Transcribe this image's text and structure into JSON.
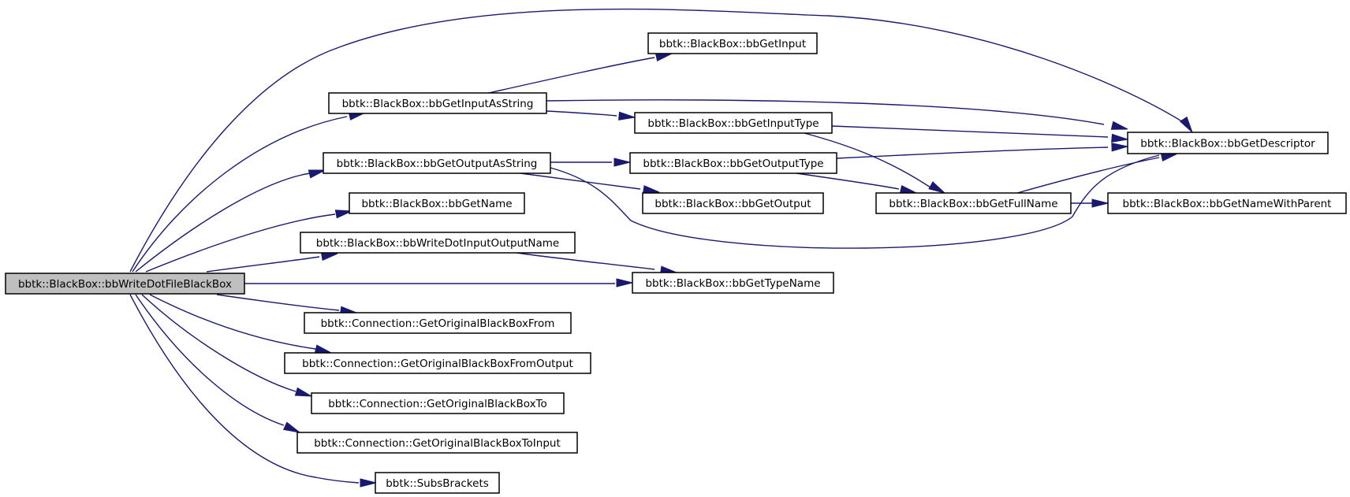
{
  "diagram": {
    "type": "call-graph",
    "edge_color": "#191970",
    "root_fill": "#bfbfbf",
    "nodes": [
      {
        "id": "root",
        "label": "bbtk::BlackBox::bbWriteDotFileBlackBox",
        "root": true
      },
      {
        "id": "getInput",
        "label": "bbtk::BlackBox::bbGetInput"
      },
      {
        "id": "getInputAsString",
        "label": "bbtk::BlackBox::bbGetInputAsString"
      },
      {
        "id": "getInputType",
        "label": "bbtk::BlackBox::bbGetInputType"
      },
      {
        "id": "getDescriptor",
        "label": "bbtk::BlackBox::bbGetDescriptor"
      },
      {
        "id": "getOutputAsString",
        "label": "bbtk::BlackBox::bbGetOutputAsString"
      },
      {
        "id": "getOutputType",
        "label": "bbtk::BlackBox::bbGetOutputType"
      },
      {
        "id": "getName",
        "label": "bbtk::BlackBox::bbGetName"
      },
      {
        "id": "getOutput",
        "label": "bbtk::BlackBox::bbGetOutput"
      },
      {
        "id": "getFullName",
        "label": "bbtk::BlackBox::bbGetFullName"
      },
      {
        "id": "getNameWithParent",
        "label": "bbtk::BlackBox::bbGetNameWithParent"
      },
      {
        "id": "writeDotIO",
        "label": "bbtk::BlackBox::bbWriteDotInputOutputName"
      },
      {
        "id": "getTypeName",
        "label": "bbtk::BlackBox::bbGetTypeName"
      },
      {
        "id": "connFrom",
        "label": "bbtk::Connection::GetOriginalBlackBoxFrom"
      },
      {
        "id": "connFromOutput",
        "label": "bbtk::Connection::GetOriginalBlackBoxFromOutput"
      },
      {
        "id": "connTo",
        "label": "bbtk::Connection::GetOriginalBlackBoxTo"
      },
      {
        "id": "connToInput",
        "label": "bbtk::Connection::GetOriginalBlackBoxToInput"
      },
      {
        "id": "subsBrackets",
        "label": "bbtk::SubsBrackets"
      }
    ],
    "edges": [
      [
        "root",
        "getDescriptor"
      ],
      [
        "root",
        "getInputAsString"
      ],
      [
        "root",
        "getOutputAsString"
      ],
      [
        "root",
        "getName"
      ],
      [
        "root",
        "writeDotIO"
      ],
      [
        "root",
        "getTypeName"
      ],
      [
        "root",
        "connFrom"
      ],
      [
        "root",
        "connFromOutput"
      ],
      [
        "root",
        "connTo"
      ],
      [
        "root",
        "connToInput"
      ],
      [
        "root",
        "subsBrackets"
      ],
      [
        "getInputAsString",
        "getInput"
      ],
      [
        "getInputAsString",
        "getDescriptor"
      ],
      [
        "getInputAsString",
        "getInputType"
      ],
      [
        "getInputType",
        "getDescriptor"
      ],
      [
        "getInputType",
        "getFullName"
      ],
      [
        "getOutputAsString",
        "getOutputType"
      ],
      [
        "getOutputAsString",
        "getOutput"
      ],
      [
        "getOutputAsString",
        "getDescriptor"
      ],
      [
        "getOutputType",
        "getDescriptor"
      ],
      [
        "getOutputType",
        "getFullName"
      ],
      [
        "getFullName",
        "getDescriptor"
      ],
      [
        "getFullName",
        "getNameWithParent"
      ],
      [
        "writeDotIO",
        "getTypeName"
      ]
    ]
  }
}
